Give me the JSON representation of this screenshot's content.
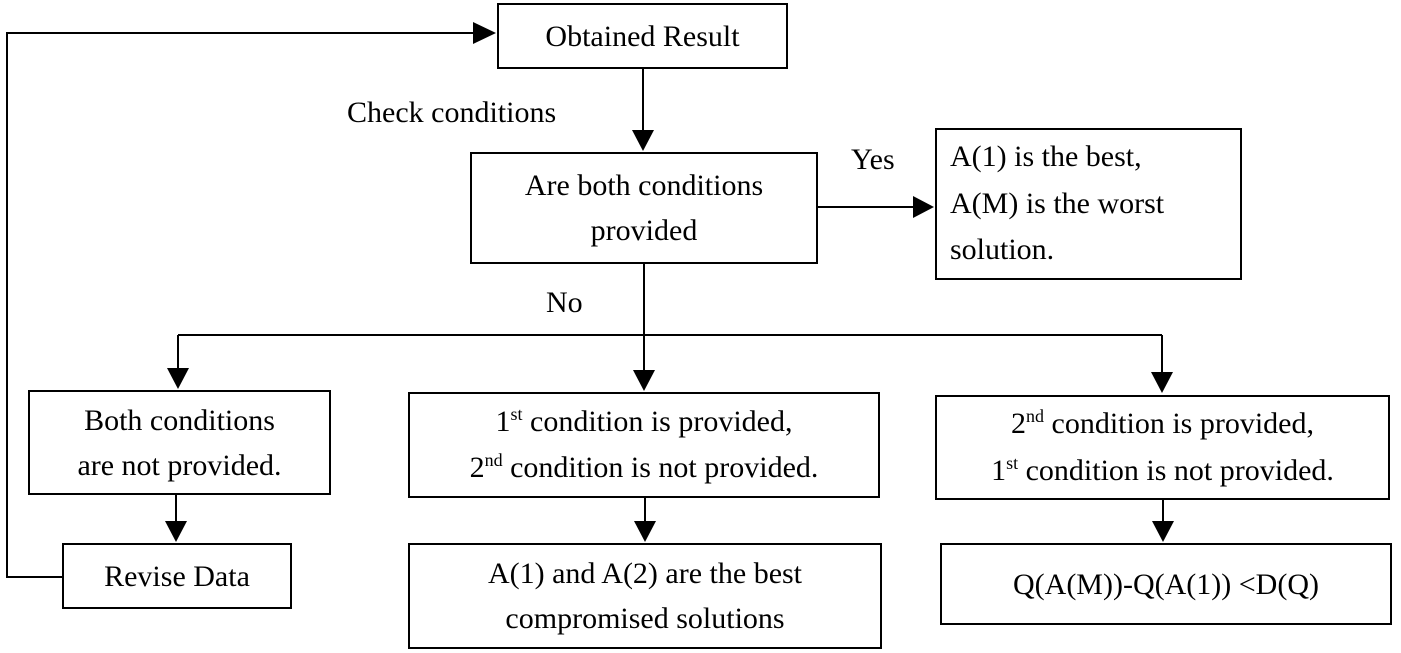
{
  "diagram": {
    "title": "Decision flowchart for obtained result conditions",
    "colors": {
      "background": "#ffffff",
      "line": "#000000",
      "text": "#000000"
    },
    "nodes": {
      "obtained_result": {
        "label": "Obtained Result"
      },
      "are_both": {
        "line1": "Are both conditions",
        "line2": "provided"
      },
      "yes_result": {
        "line1": "A(1) is the best,",
        "line2": "A(M) is the worst",
        "line3": "solution."
      },
      "both_not": {
        "line1": "Both conditions",
        "line2": "are not provided."
      },
      "revise_data": {
        "label": "Revise Data"
      },
      "cond1": {
        "line1": {
          "base": "1",
          "sup": "st",
          "rest": " condition is provided,"
        },
        "line2": {
          "base": "2",
          "sup": "nd",
          "rest": " condition is not provided."
        }
      },
      "best_compromised": {
        "line1": "A(1) and A(2) are the best",
        "line2": "compromised solutions"
      },
      "cond2": {
        "line1": {
          "base": "2",
          "sup": "nd",
          "rest": " condition is provided,"
        },
        "line2": {
          "base": "1",
          "sup": "st",
          "rest": " condition is not provided."
        }
      },
      "qam": {
        "label": "Q(A(M))-Q(A(1)) <D(Q)"
      }
    },
    "edge_labels": {
      "check_conditions": "Check conditions",
      "yes": "Yes",
      "no": "No"
    }
  }
}
